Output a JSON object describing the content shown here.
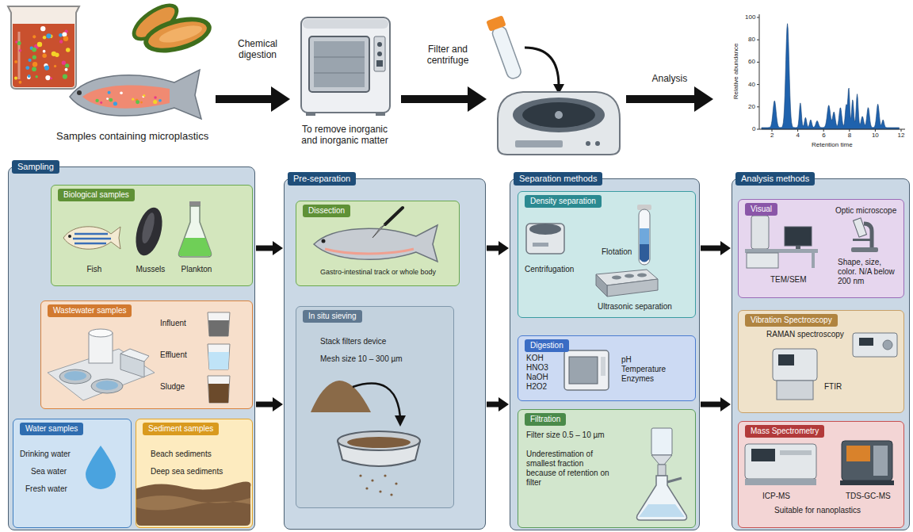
{
  "diagram": {
    "nodes": [
      {
        "text": [
          "Sampling"
        ]
      },
      {
        "text": [
          "Biological samples",
          "Fish",
          "Mussels",
          "Plankton"
        ],
        "in": 0
      },
      {
        "text": [
          "Wastewater samples",
          "Influent",
          "Effluent",
          "Sludge"
        ],
        "in": 0
      },
      {
        "text": [
          "Water samples",
          "Drinking water",
          "Sea water",
          "Fresh water"
        ],
        "in": 0
      },
      {
        "text": [
          "Sediment samples",
          "Beach sediments",
          "Deep sea sediments"
        ],
        "in": 0
      },
      {
        "text": [
          "Pre-separation"
        ]
      },
      {
        "text": [
          "Dissection",
          "Gastro-intestinal track or whole body"
        ],
        "in": 5
      },
      {
        "text": [
          "In situ sieving",
          "Stack filters device",
          "Mesh size 10 – 300 µm"
        ],
        "in": 5
      },
      {
        "text": [
          "Separation methods"
        ]
      },
      {
        "text": [
          "Density separation",
          "Centrifugation",
          "Flotation",
          "Ultrasonic separation"
        ],
        "in": 8
      },
      {
        "text": [
          "Digestion",
          "KOH HNO3 NaOH H2O2",
          "pH Temperature Enzymes"
        ],
        "in": 8
      },
      {
        "text": [
          "Filtration",
          "Filter size 0.5 – 10 µm",
          "Underestimation of smallest fraction because of retention on filter"
        ],
        "in": 8
      },
      {
        "text": [
          "Analysis methods"
        ]
      },
      {
        "text": [
          "Visual",
          "TEM/SEM",
          "Optic microscope",
          "Shape, size, color. N/A below 200 nm"
        ],
        "in": 12
      },
      {
        "text": [
          "Vibration Spectroscopy",
          "RAMAN spectroscopy",
          "FTIR"
        ],
        "in": 12
      },
      {
        "text": [
          "Mass Spectrometry",
          "ICP-MS",
          "TDS-GC-MS",
          "Suitable for nanoplastics"
        ],
        "in": 12
      }
    ],
    "edges": [
      {
        "from": 0,
        "to": 5,
        "arrow": "to"
      },
      {
        "from": 0,
        "to": 5,
        "arrow": "to"
      },
      {
        "from": 5,
        "to": 8,
        "arrow": "to"
      },
      {
        "from": 5,
        "to": 8,
        "arrow": "to"
      },
      {
        "from": 8,
        "to": 12,
        "arrow": "to"
      },
      {
        "from": 8,
        "to": 12,
        "arrow": "to"
      }
    ],
    "labels": [
      "Samples containing microplastics",
      "Chemical digestion",
      "To remove inorganic and inorganic matter",
      "Filter and centrifuge",
      "Analysis",
      "Relative abundance",
      "Retention time",
      "0",
      "20",
      "40",
      "60",
      "80",
      "100",
      "2",
      "4",
      "6",
      "8",
      "10",
      "12"
    ]
  }
}
